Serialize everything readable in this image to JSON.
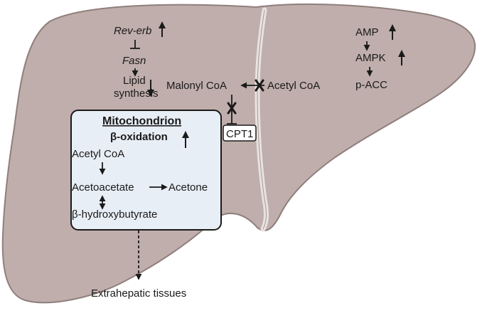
{
  "colors": {
    "liver_fill": "#bfaeab",
    "liver_stroke": "#8f7f7c",
    "ligament": "#e9e3df",
    "mito_fill": "#e8eef5",
    "mito_stroke": "#1a1a1a",
    "text": "#1a1a1a"
  },
  "left_lobe": {
    "rev_erb": "Rev-erb",
    "fasn": "Fasn",
    "lipid_line1": "Lipid",
    "lipid_line2": "synthesis"
  },
  "right_lobe": {
    "amp": "AMP",
    "ampk": "AMPK",
    "p_acc": "p-ACC"
  },
  "middle": {
    "malonyl_coa": "Malonyl CoA",
    "acetyl_coa": "Acetyl CoA",
    "cpt1": "CPT1",
    "block_icon": "x-mark-icon"
  },
  "mitochondrion": {
    "title": "Mitochondrion",
    "beta_oxidation": "β-oxidation",
    "acetyl_coa": "Acetyl CoA",
    "acetoacetate": "Acetoacetate",
    "acetone": "Acetone",
    "hydroxybutyrate": "β-hydroxybutyrate"
  },
  "output": {
    "extrahepatic": "Extrahepatic tissues"
  }
}
